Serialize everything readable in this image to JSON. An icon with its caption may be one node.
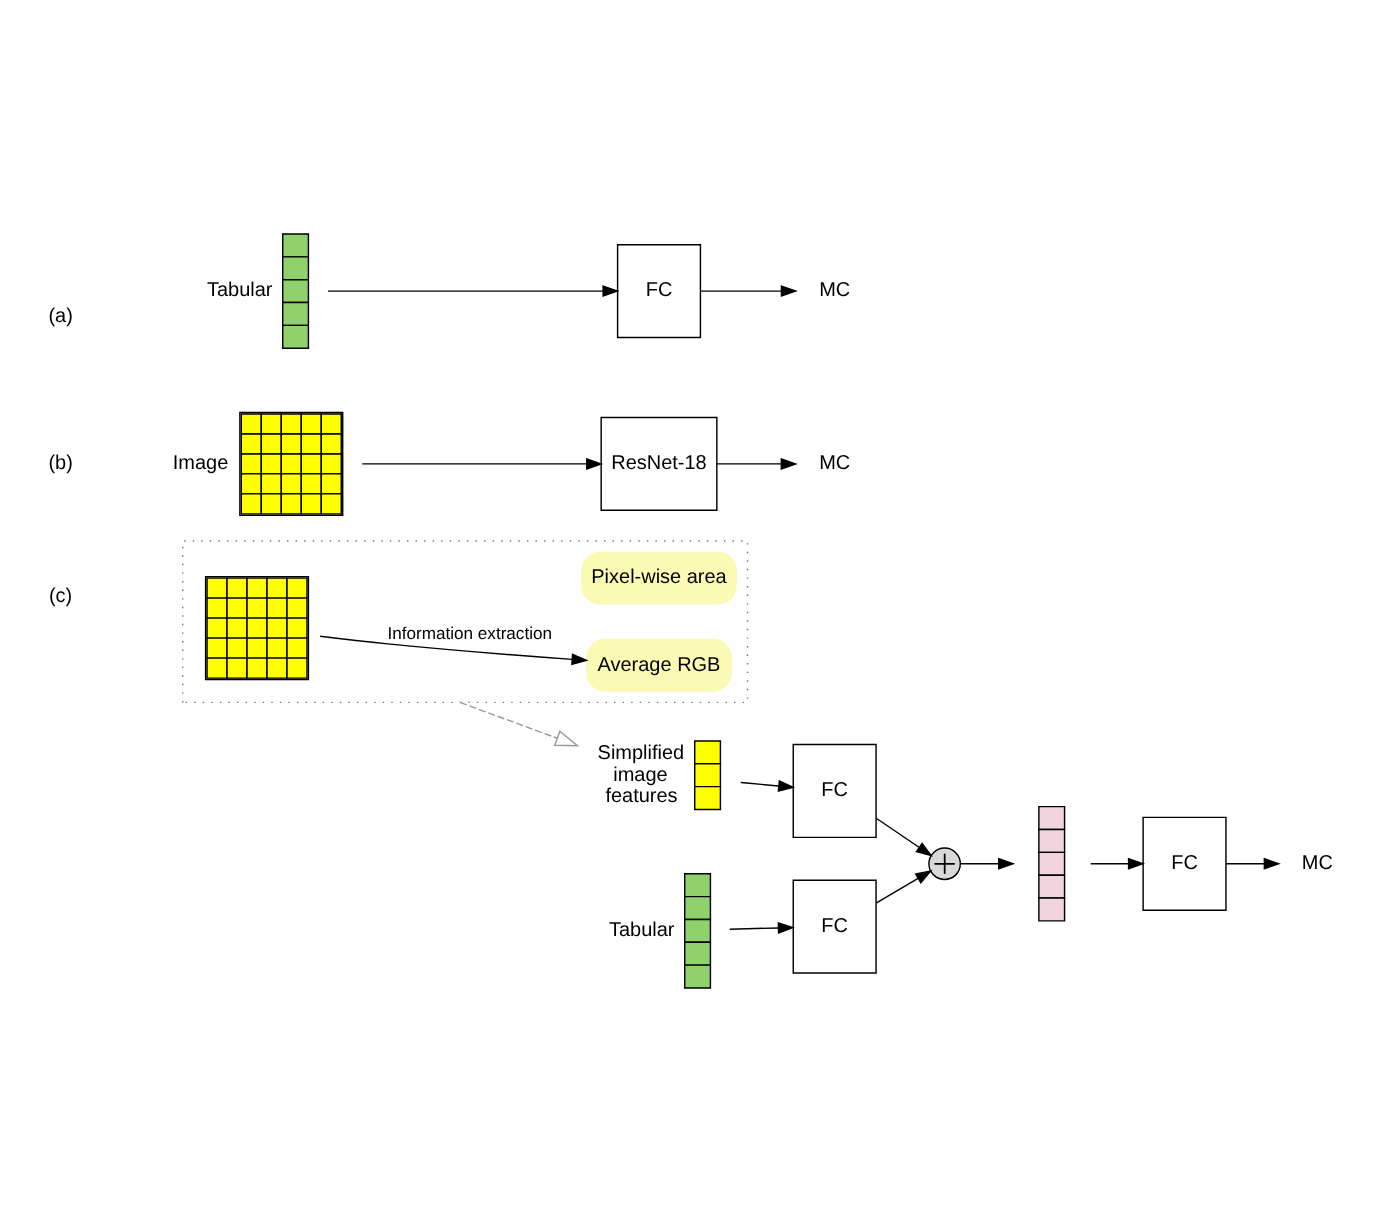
{
  "diagram": {
    "nodes": [
      {
        "text": [],
        "shape": "bar",
        "beside": [
          "Tabular"
        ]
      },
      {
        "text": [
          "FC"
        ]
      },
      {
        "text": [
          "MC"
        ]
      },
      {
        "text": [],
        "shape": "grid",
        "beside": [
          "Image"
        ]
      },
      {
        "text": [
          "ResNet-18"
        ]
      },
      {
        "text": [
          "MC"
        ]
      },
      {
        "text": [],
        "shape": "box"
      },
      {
        "text": [],
        "shape": "grid",
        "in": 6
      },
      {
        "text": [
          "Average RGB"
        ],
        "in": 6
      },
      {
        "text": [
          "Pixel-wise area"
        ],
        "in": 6
      },
      {
        "text": [],
        "shape": "bar",
        "beside": [
          "Simplified image features"
        ]
      },
      {
        "text": [
          "FC"
        ]
      },
      {
        "text": [],
        "shape": "bar",
        "beside": [
          "Tabular"
        ]
      },
      {
        "text": [
          "FC"
        ]
      },
      {
        "text": [],
        "shape": "circle"
      },
      {
        "text": [],
        "shape": "bar"
      },
      {
        "text": [
          "FC"
        ]
      },
      {
        "text": [
          "MC"
        ]
      }
    ],
    "edges": [
      {
        "from": 0,
        "to": 1,
        "arrow": "to"
      },
      {
        "from": 1,
        "to": 2,
        "arrow": "to"
      },
      {
        "from": 3,
        "to": 4,
        "arrow": "to"
      },
      {
        "from": 4,
        "to": 5,
        "arrow": "to"
      },
      {
        "from": 7,
        "to": 8,
        "arrow": "to",
        "label": "Information extraction"
      },
      {
        "from": 6,
        "to": 10,
        "arrow": "to",
        "style": "dashed",
        "color": "#999999"
      },
      {
        "from": 10,
        "to": 11,
        "arrow": "to"
      },
      {
        "from": 11,
        "to": 14,
        "arrow": "to"
      },
      {
        "from": 12,
        "to": 13,
        "arrow": "to"
      },
      {
        "from": 13,
        "to": 14,
        "arrow": "to"
      },
      {
        "from": 14,
        "to": 15,
        "arrow": "to"
      },
      {
        "from": 15,
        "to": 16,
        "arrow": "to"
      },
      {
        "from": 16,
        "to": 17,
        "arrow": "to"
      }
    ],
    "labels": [
      "(a)",
      "(b)",
      "(c)"
    ]
  }
}
